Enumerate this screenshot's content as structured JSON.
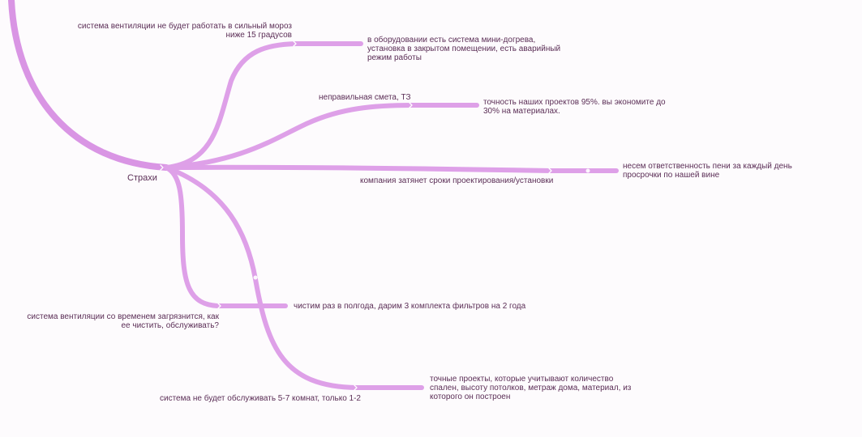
{
  "root": {
    "label": "Страхи"
  },
  "branches": [
    {
      "id": "frost",
      "fear": "система вентиляции не будет работать в сильный мороз ниже 15 градусов",
      "answer": "в оборудовании есть система мини-догрева, установка в закрытом помещении, есть аварийный режим работы"
    },
    {
      "id": "estimate",
      "fear": "неправильная смета, ТЗ",
      "answer": "точность наших проектов 95%. вы экономите до 30% на материалах."
    },
    {
      "id": "deadline",
      "fear": "компания затянет сроки проектирования/установки",
      "answer": "несем ответственность пени за каждый день просрочки по нашей вине"
    },
    {
      "id": "filters",
      "fear": "система вентиляции со временем загрязнится, как ее чистить, обслуживать?",
      "answer": "чистим раз в полгода, дарим 3 комплекта фильтров на 2 года"
    },
    {
      "id": "rooms",
      "fear": "система не будет обслуживать 5-7 комнат, только 1-2",
      "answer": "точные проекты, которые учитывают количество спален, высоту потолков, метраж дома, материал, из которого он построен"
    }
  ],
  "colors": {
    "edge": "#dea0e8",
    "text": "#5b2e56",
    "background": "#fdfbfd"
  }
}
